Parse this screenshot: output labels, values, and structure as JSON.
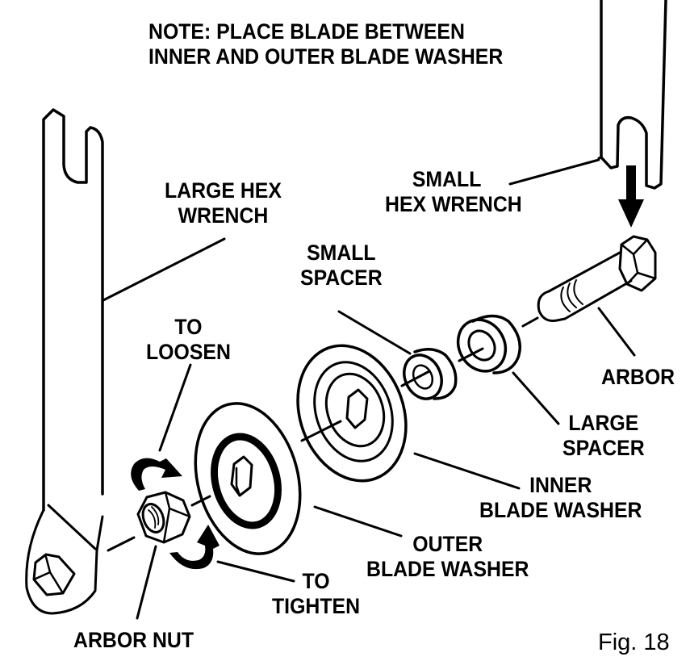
{
  "figure": {
    "note_line1": "NOTE: PLACE BLADE BETWEEN",
    "note_line2": "INNER AND OUTER BLADE WASHER",
    "caption": "Fig. 18",
    "colors": {
      "ink": "#000000",
      "paper": "#ffffff"
    }
  },
  "labels": {
    "large_hex_wrench": [
      "LARGE HEX",
      "WRENCH"
    ],
    "small_hex_wrench": [
      "SMALL",
      "HEX WRENCH"
    ],
    "small_spacer": [
      "SMALL",
      "SPACER"
    ],
    "to_loosen": [
      "TO",
      "LOOSEN"
    ],
    "arbor": "ARBOR",
    "large_spacer": [
      "LARGE",
      "SPACER"
    ],
    "inner_blade_washer": [
      "INNER",
      "BLADE WASHER"
    ],
    "outer_blade_washer": [
      "OUTER",
      "BLADE WASHER"
    ],
    "to_tighten": [
      "TO",
      "TIGHTEN"
    ],
    "arbor_nut": "ARBOR NUT"
  },
  "parts": [
    "large-hex-wrench",
    "small-hex-wrench",
    "arbor",
    "large-spacer",
    "small-spacer",
    "inner-blade-washer",
    "outer-blade-washer",
    "arbor-nut"
  ]
}
